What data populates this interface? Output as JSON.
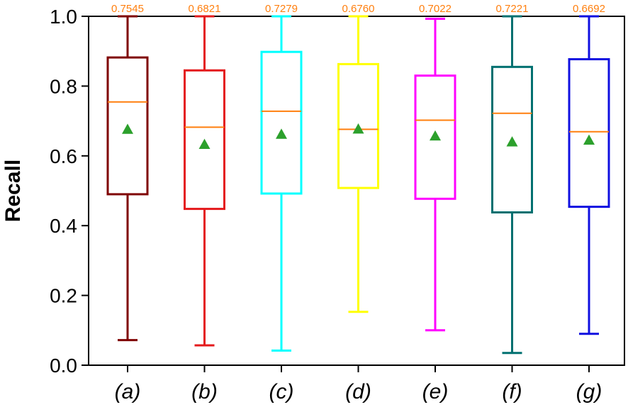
{
  "chart_data": {
    "type": "box",
    "ylabel": "Recall",
    "xlabel": "",
    "ylim": [
      0,
      1
    ],
    "yticks": [
      0.0,
      0.2,
      0.4,
      0.6,
      0.8,
      1.0
    ],
    "ytick_labels": [
      "0.0",
      "0.2",
      "0.4",
      "0.6",
      "0.8",
      "1.0"
    ],
    "grid": false,
    "legend": "none",
    "median_color": "#ff7f0e",
    "mean_marker_color": "#2ca02c",
    "categories": [
      "(a)",
      "(b)",
      "(c)",
      "(d)",
      "(e)",
      "(f)",
      "(g)"
    ],
    "boxes": [
      {
        "label": "(a)",
        "color": "#7f0000",
        "whisker_low": 0.072,
        "q1": 0.49,
        "median": 0.7545,
        "q3": 0.882,
        "whisker_high": 1.0,
        "mean": 0.676,
        "median_label": "0.7545"
      },
      {
        "label": "(b)",
        "color": "#e41a1c",
        "whisker_low": 0.057,
        "q1": 0.448,
        "median": 0.6821,
        "q3": 0.845,
        "whisker_high": 1.0,
        "mean": 0.633,
        "median_label": "0.6821"
      },
      {
        "label": "(c)",
        "color": "#00ffff",
        "whisker_low": 0.042,
        "q1": 0.492,
        "median": 0.7279,
        "q3": 0.898,
        "whisker_high": 1.0,
        "mean": 0.662,
        "median_label": "0.7279"
      },
      {
        "label": "(d)",
        "color": "#ffff00",
        "whisker_low": 0.153,
        "q1": 0.508,
        "median": 0.676,
        "q3": 0.863,
        "whisker_high": 1.0,
        "mean": 0.677,
        "median_label": "0.6760"
      },
      {
        "label": "(e)",
        "color": "#ff00ff",
        "whisker_low": 0.1,
        "q1": 0.477,
        "median": 0.7022,
        "q3": 0.83,
        "whisker_high": 0.993,
        "mean": 0.657,
        "median_label": "0.7022"
      },
      {
        "label": "(f)",
        "color": "#007070",
        "whisker_low": 0.035,
        "q1": 0.438,
        "median": 0.7221,
        "q3": 0.855,
        "whisker_high": 1.0,
        "mean": 0.64,
        "median_label": "0.7221"
      },
      {
        "label": "(g)",
        "color": "#1010e0",
        "whisker_low": 0.09,
        "q1": 0.454,
        "median": 0.6692,
        "q3": 0.877,
        "whisker_high": 1.0,
        "mean": 0.645,
        "median_label": "0.6692"
      }
    ]
  }
}
